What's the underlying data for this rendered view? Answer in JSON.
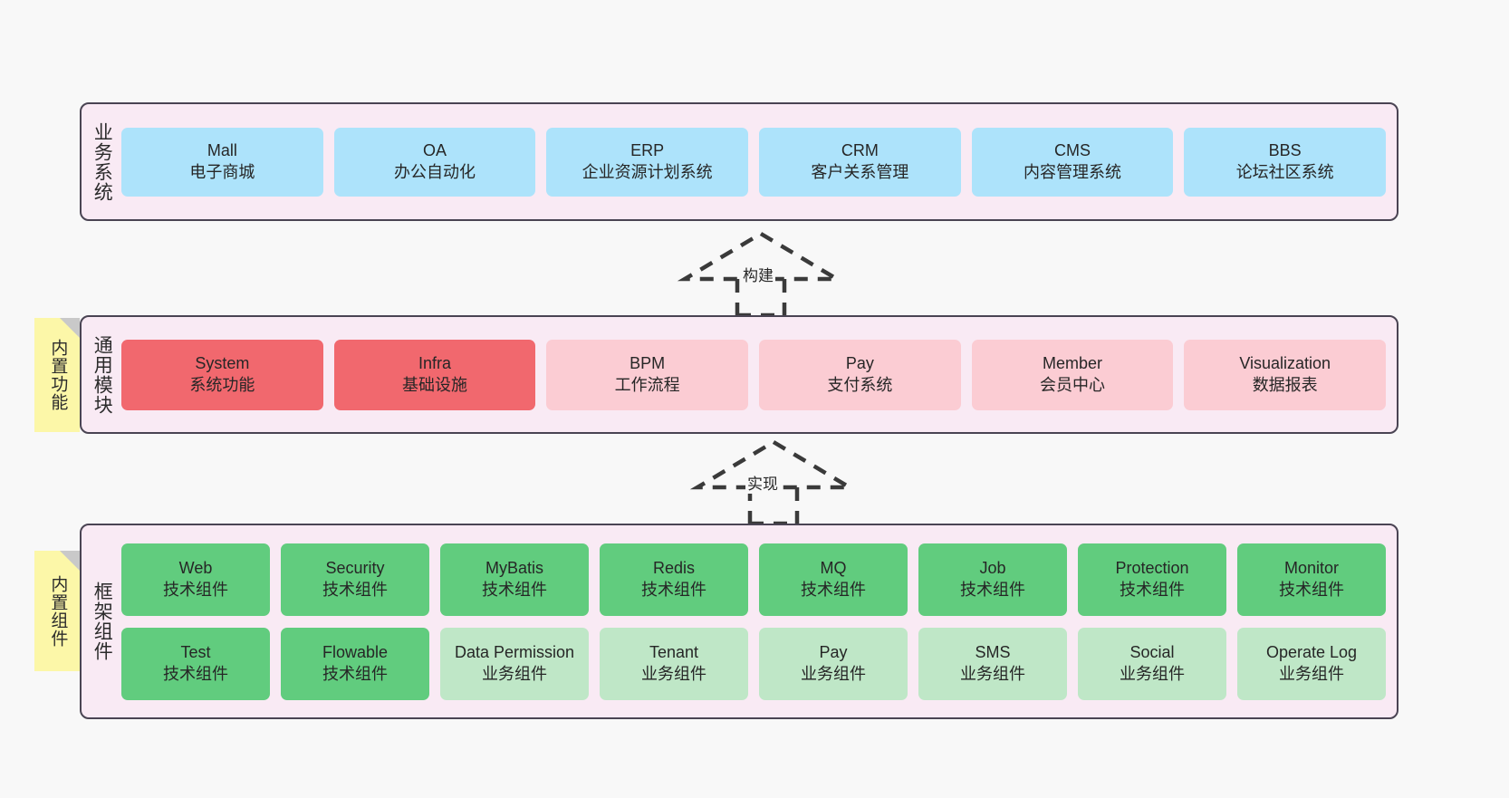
{
  "diagram": {
    "background_color": "#f8f8f8",
    "layer_border_color": "#4a4453",
    "layer_fill_color": "#f9eaf4",
    "note_color": "#fcf7a8"
  },
  "layers": [
    {
      "id": "business",
      "title": "业务系统",
      "rows": [
        {
          "cards": [
            {
              "name": "Mall",
              "sub": "电子商城",
              "color": "#ade3fb",
              "style": "c-blue"
            },
            {
              "name": "OA",
              "sub": "办公自动化",
              "color": "#ade3fb",
              "style": "c-blue"
            },
            {
              "name": "ERP",
              "sub": "企业资源计划系统",
              "color": "#ade3fb",
              "style": "c-blue"
            },
            {
              "name": "CRM",
              "sub": "客户关系管理",
              "color": "#ade3fb",
              "style": "c-blue"
            },
            {
              "name": "CMS",
              "sub": "内容管理系统",
              "color": "#ade3fb",
              "style": "c-blue"
            },
            {
              "name": "BBS",
              "sub": "论坛社区系统",
              "color": "#ade3fb",
              "style": "c-blue"
            }
          ]
        }
      ]
    },
    {
      "id": "common",
      "title": "通用模块",
      "note": "内置功能",
      "rows": [
        {
          "cards": [
            {
              "name": "System",
              "sub": "系统功能",
              "color": "#f1686e",
              "style": "c-red"
            },
            {
              "name": "Infra",
              "sub": "基础设施",
              "color": "#f1686e",
              "style": "c-red"
            },
            {
              "name": "BPM",
              "sub": "工作流程",
              "color": "#fbccd3",
              "style": "c-pink"
            },
            {
              "name": "Pay",
              "sub": "支付系统",
              "color": "#fbccd3",
              "style": "c-pink"
            },
            {
              "name": "Member",
              "sub": "会员中心",
              "color": "#fbccd3",
              "style": "c-pink"
            },
            {
              "name": "Visualization",
              "sub": "数据报表",
              "color": "#fbccd3",
              "style": "c-pink"
            }
          ]
        }
      ]
    },
    {
      "id": "framework",
      "title": "框架组件",
      "note": "内置组件",
      "rows": [
        {
          "cards": [
            {
              "name": "Web",
              "sub": "技术组件",
              "color": "#61cc7e",
              "style": "c-green"
            },
            {
              "name": "Security",
              "sub": "技术组件",
              "color": "#61cc7e",
              "style": "c-green"
            },
            {
              "name": "MyBatis",
              "sub": "技术组件",
              "color": "#61cc7e",
              "style": "c-green"
            },
            {
              "name": "Redis",
              "sub": "技术组件",
              "color": "#61cc7e",
              "style": "c-green"
            },
            {
              "name": "MQ",
              "sub": "技术组件",
              "color": "#61cc7e",
              "style": "c-green"
            },
            {
              "name": "Job",
              "sub": "技术组件",
              "color": "#61cc7e",
              "style": "c-green"
            },
            {
              "name": "Protection",
              "sub": "技术组件",
              "color": "#61cc7e",
              "style": "c-green"
            },
            {
              "name": "Monitor",
              "sub": "技术组件",
              "color": "#61cc7e",
              "style": "c-green"
            }
          ]
        },
        {
          "cards": [
            {
              "name": "Test",
              "sub": "技术组件",
              "color": "#61cc7e",
              "style": "c-green"
            },
            {
              "name": "Flowable",
              "sub": "技术组件",
              "color": "#61cc7e",
              "style": "c-green"
            },
            {
              "name": "Data Permission",
              "sub": "业务组件",
              "color": "#bfe7c7",
              "style": "c-lightgreen"
            },
            {
              "name": "Tenant",
              "sub": "业务组件",
              "color": "#bfe7c7",
              "style": "c-lightgreen"
            },
            {
              "name": "Pay",
              "sub": "业务组件",
              "color": "#bfe7c7",
              "style": "c-lightgreen"
            },
            {
              "name": "SMS",
              "sub": "业务组件",
              "color": "#bfe7c7",
              "style": "c-lightgreen"
            },
            {
              "name": "Social",
              "sub": "业务组件",
              "color": "#bfe7c7",
              "style": "c-lightgreen"
            },
            {
              "name": "Operate Log",
              "sub": "业务组件",
              "color": "#bfe7c7",
              "style": "c-lightgreen"
            }
          ]
        }
      ]
    }
  ],
  "arrows": [
    {
      "id": "build",
      "label": "构建",
      "style": "dashed-hollow-triangle-up"
    },
    {
      "id": "impl",
      "label": "实现",
      "style": "dashed-hollow-triangle-up"
    }
  ]
}
